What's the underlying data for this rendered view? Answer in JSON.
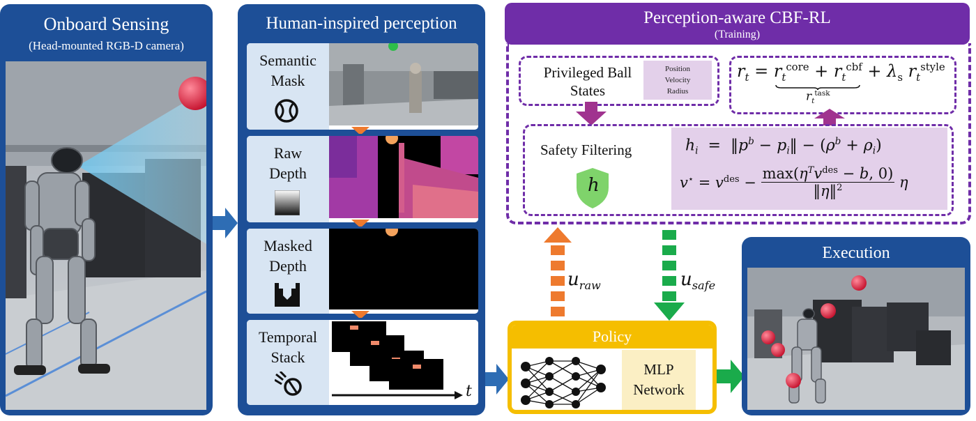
{
  "sensing": {
    "title": "Onboard Sensing",
    "subtitle": "(Head-mounted RGB-D camera)"
  },
  "perception": {
    "title": "Human-inspired perception",
    "rows": [
      {
        "label": "Semantic\nMask",
        "icon": "baseball-icon"
      },
      {
        "label": "Raw\nDepth",
        "icon": "gradient-icon"
      },
      {
        "label": "Masked\nDepth",
        "icon": "depth-profile-icon"
      },
      {
        "label": "Temporal\nStack",
        "icon": "moving-ball-icon"
      }
    ],
    "time_axis_label": "t"
  },
  "cbf": {
    "title": "Perception-aware CBF-RL",
    "subtitle": "(Training)",
    "privileged_label": "Privileged Ball\nStates",
    "state_items": [
      "Position",
      "Velocity",
      "Radius"
    ],
    "safety_filter_label": "Safety Filtering",
    "shield_symbol": "h"
  },
  "signals": {
    "u_raw": "u",
    "u_raw_sub": "raw",
    "u_safe": "u",
    "u_safe_sub": "safe"
  },
  "policy": {
    "title": "Policy",
    "network_label": "MLP\nNetwork"
  },
  "execution": {
    "title": "Execution"
  },
  "colors": {
    "navy": "#1d4f97",
    "purple": "#6f2da8",
    "policy_yellow": "#f5be00",
    "orange": "#ee7a2e",
    "green": "#1aab4b",
    "lavender": "#e3d0ea"
  }
}
